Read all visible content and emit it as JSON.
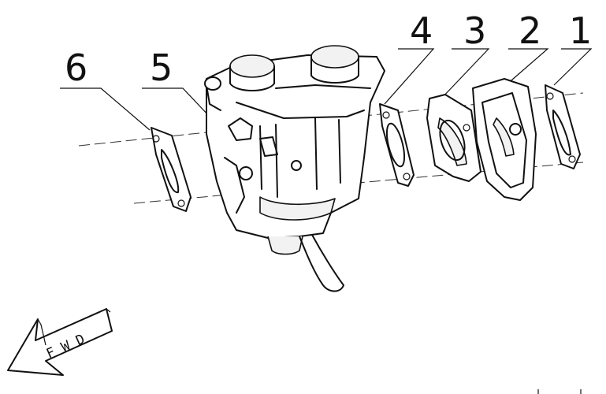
{
  "labels": {
    "part1": "1",
    "part2": "2",
    "part3": "3",
    "part4": "4",
    "part5": "5",
    "part6": "6"
  },
  "direction_arrow": {
    "text": "F W D"
  }
}
